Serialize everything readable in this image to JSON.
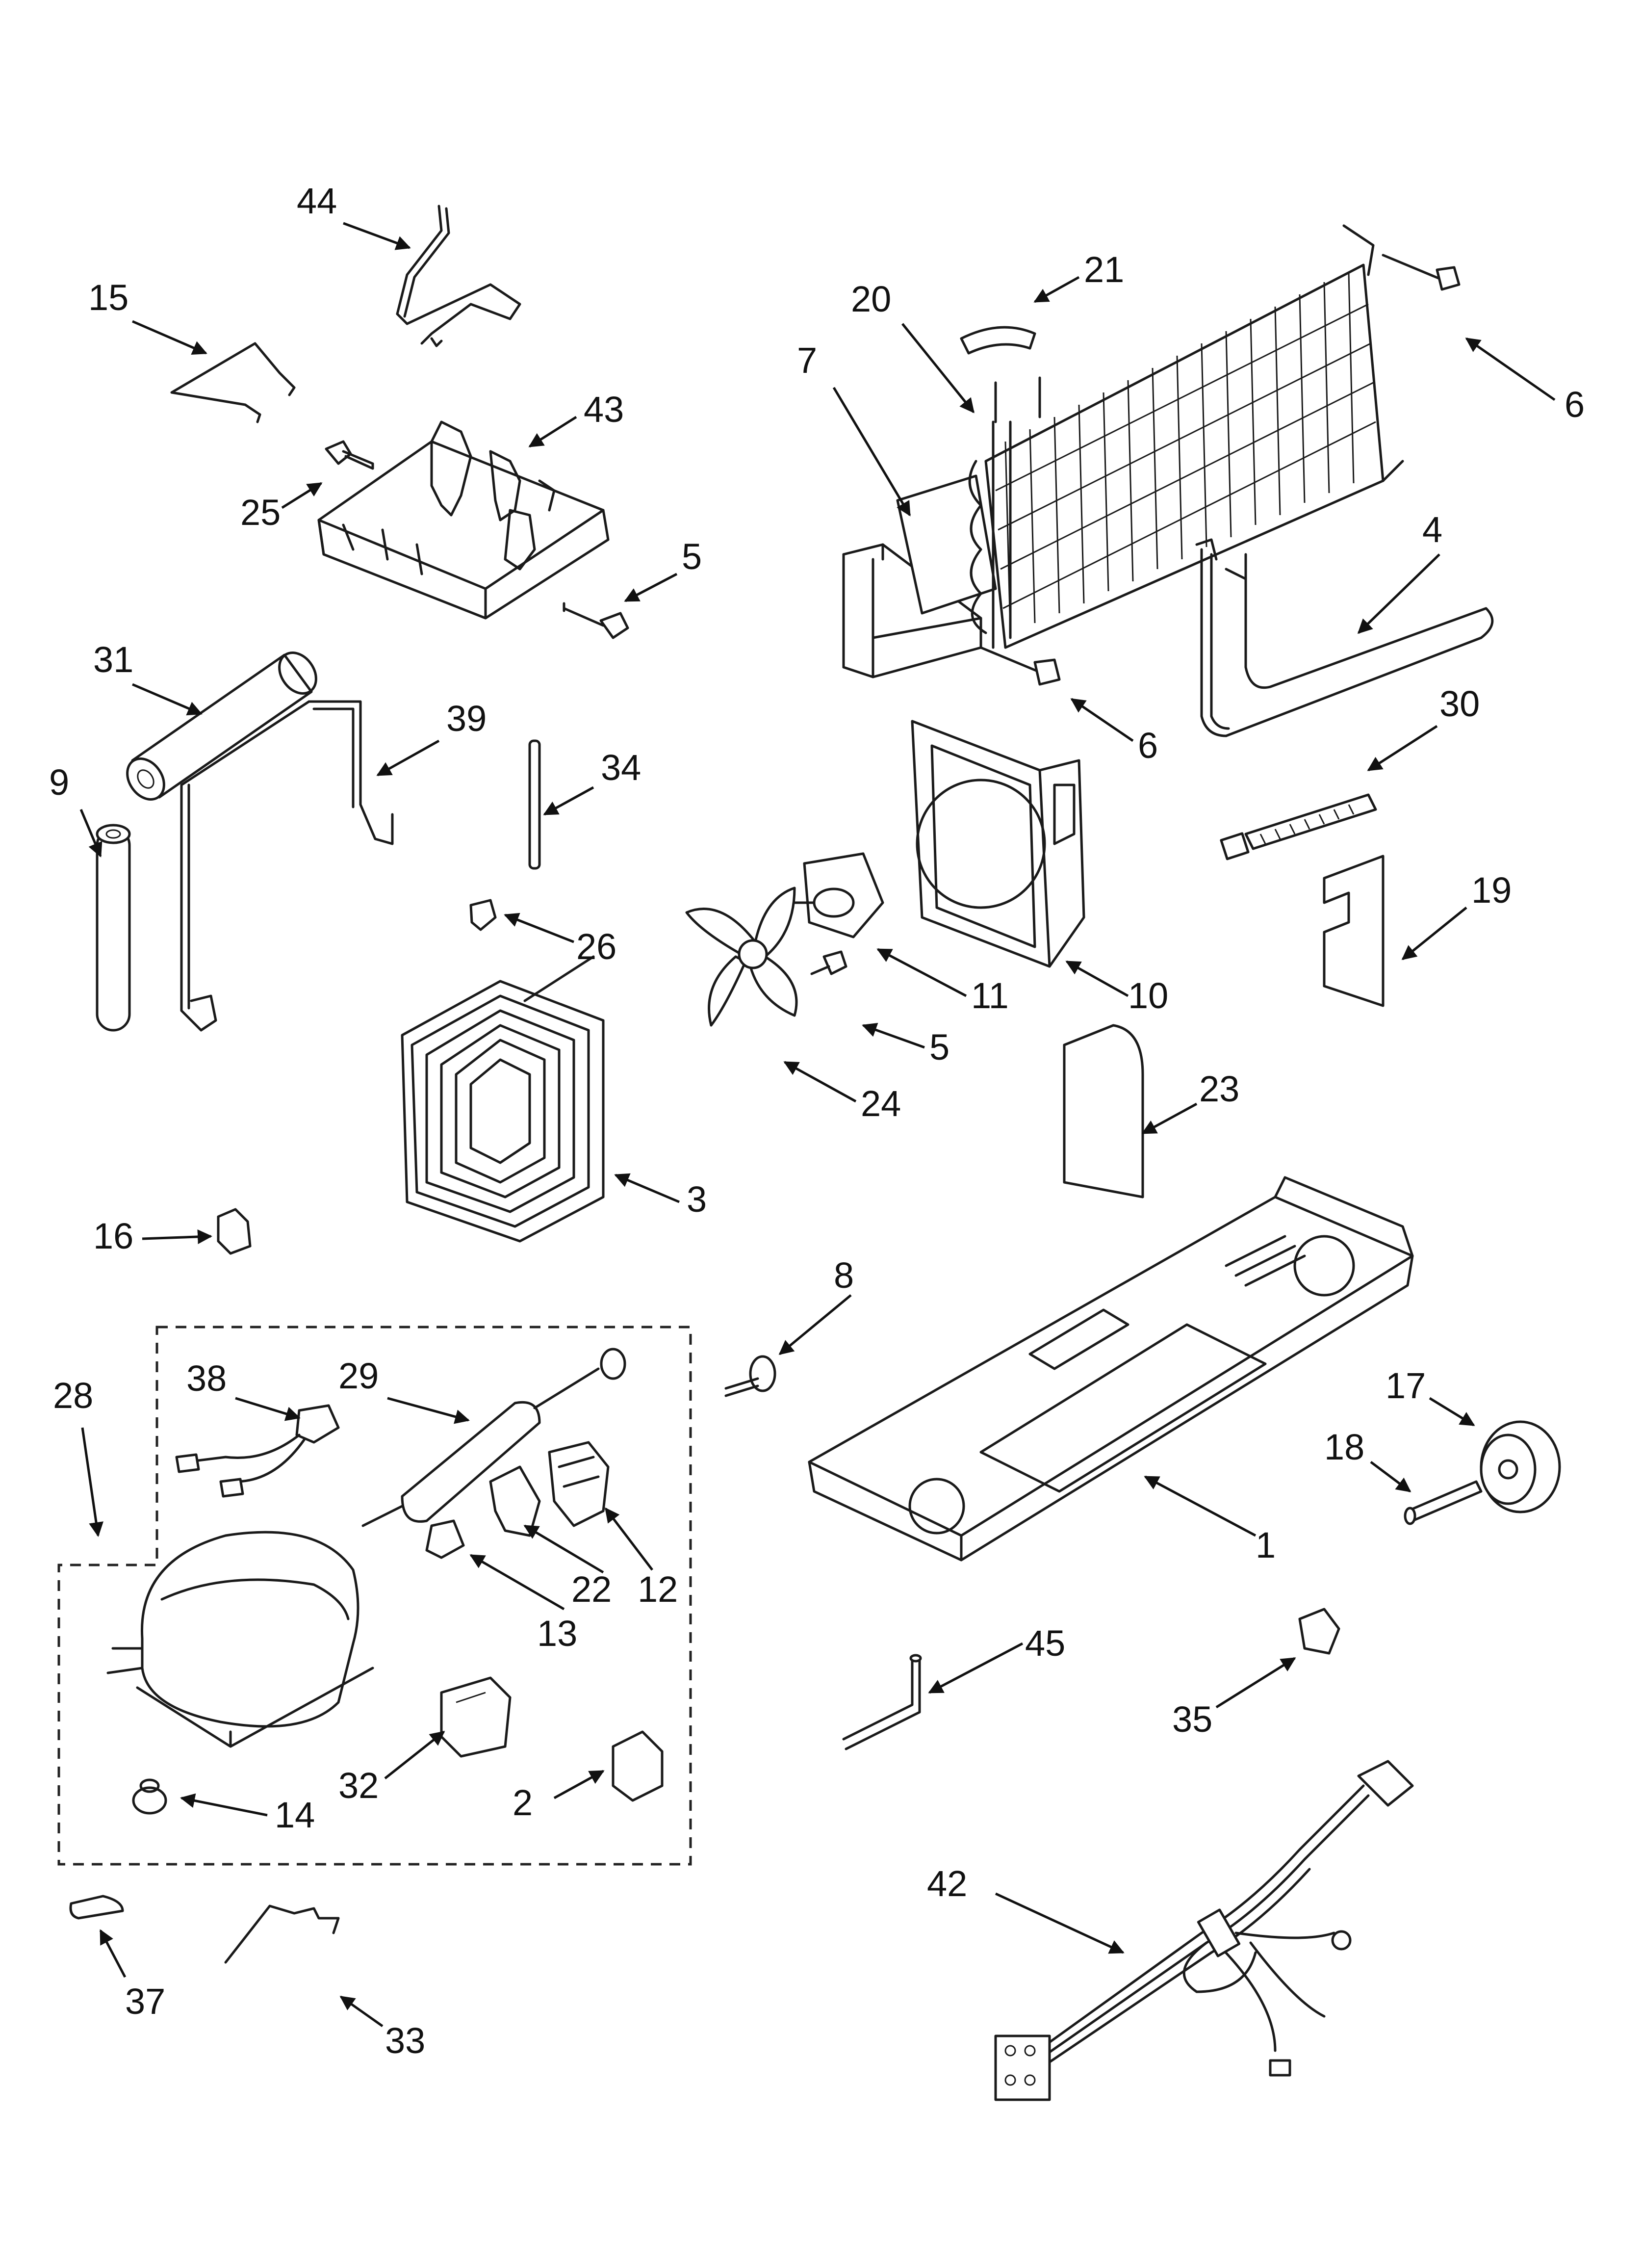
{
  "callouts": [
    {
      "id": "44",
      "label": "44"
    },
    {
      "id": "15",
      "label": "15"
    },
    {
      "id": "43",
      "label": "43"
    },
    {
      "id": "25",
      "label": "25"
    },
    {
      "id": "5a",
      "label": "5"
    },
    {
      "id": "31",
      "label": "31"
    },
    {
      "id": "39",
      "label": "39"
    },
    {
      "id": "34",
      "label": "34"
    },
    {
      "id": "9",
      "label": "9"
    },
    {
      "id": "26",
      "label": "26"
    },
    {
      "id": "21",
      "label": "21"
    },
    {
      "id": "20",
      "label": "20"
    },
    {
      "id": "7",
      "label": "7"
    },
    {
      "id": "6a",
      "label": "6"
    },
    {
      "id": "6b",
      "label": "6"
    },
    {
      "id": "4",
      "label": "4"
    },
    {
      "id": "30",
      "label": "30"
    },
    {
      "id": "19",
      "label": "19"
    },
    {
      "id": "10",
      "label": "10"
    },
    {
      "id": "11",
      "label": "11"
    },
    {
      "id": "5b",
      "label": "5"
    },
    {
      "id": "24",
      "label": "24"
    },
    {
      "id": "23",
      "label": "23"
    },
    {
      "id": "3",
      "label": "3"
    },
    {
      "id": "16",
      "label": "16"
    },
    {
      "id": "8",
      "label": "8"
    },
    {
      "id": "28",
      "label": "28"
    },
    {
      "id": "38",
      "label": "38"
    },
    {
      "id": "29",
      "label": "29"
    },
    {
      "id": "22",
      "label": "22"
    },
    {
      "id": "12",
      "label": "12"
    },
    {
      "id": "13",
      "label": "13"
    },
    {
      "id": "14",
      "label": "14"
    },
    {
      "id": "32",
      "label": "32"
    },
    {
      "id": "2",
      "label": "2"
    },
    {
      "id": "17",
      "label": "17"
    },
    {
      "id": "18",
      "label": "18"
    },
    {
      "id": "1",
      "label": "1"
    },
    {
      "id": "45",
      "label": "45"
    },
    {
      "id": "35",
      "label": "35"
    },
    {
      "id": "42",
      "label": "42"
    },
    {
      "id": "37",
      "label": "37"
    },
    {
      "id": "33",
      "label": "33"
    }
  ]
}
